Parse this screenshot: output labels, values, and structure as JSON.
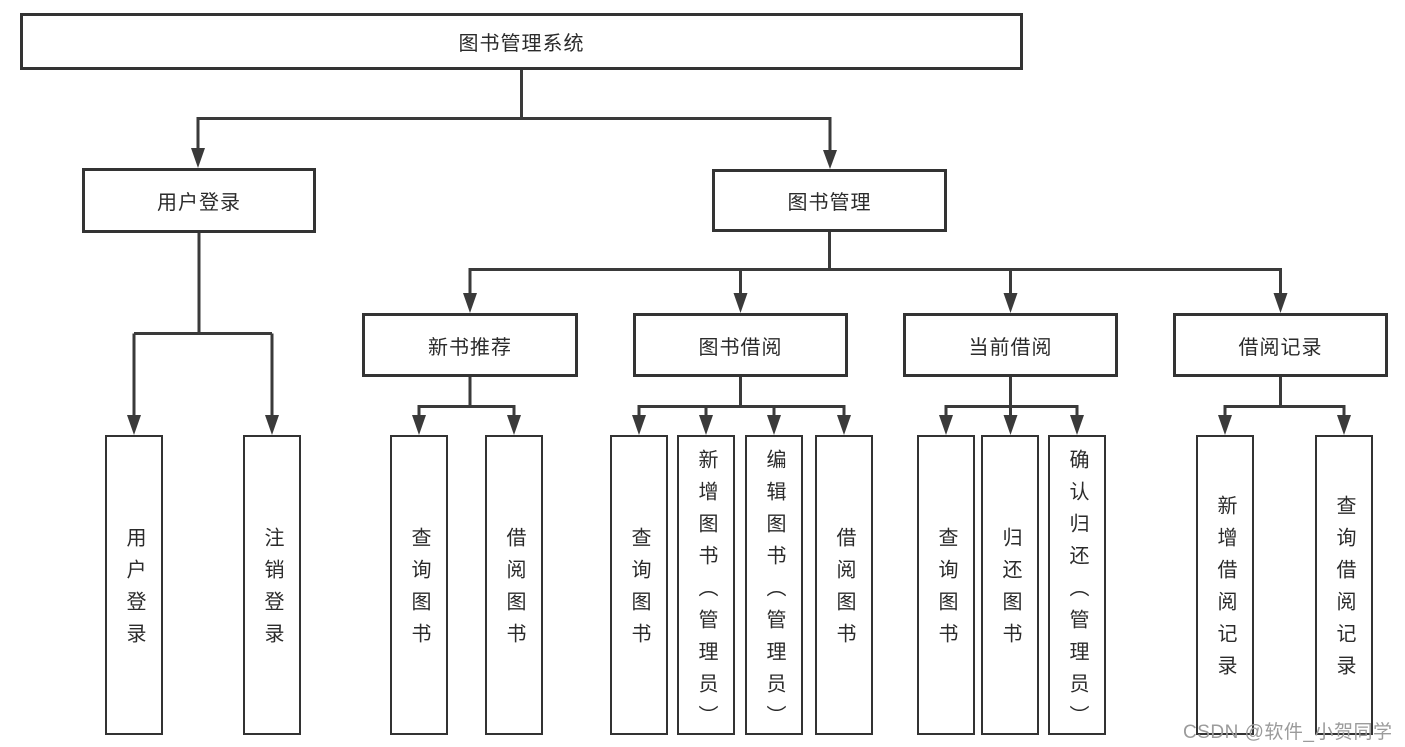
{
  "tree": {
    "root": {
      "label": "图书管理系统",
      "children": [
        {
          "label": "用户登录",
          "children": [
            {
              "label": "用户登录"
            },
            {
              "label": "注销登录"
            }
          ]
        },
        {
          "label": "图书管理",
          "children": [
            {
              "label": "新书推荐",
              "children": [
                {
                  "label": "查询图书"
                },
                {
                  "label": "借阅图书"
                }
              ]
            },
            {
              "label": "图书借阅",
              "children": [
                {
                  "label": "查询图书"
                },
                {
                  "label": "新增图书（管理员）"
                },
                {
                  "label": "编辑图书（管理员）"
                },
                {
                  "label": "借阅图书"
                }
              ]
            },
            {
              "label": "当前借阅",
              "children": [
                {
                  "label": "查询图书"
                },
                {
                  "label": "归还图书"
                },
                {
                  "label": "确认归还（管理员）"
                }
              ]
            },
            {
              "label": "借阅记录",
              "children": [
                {
                  "label": "新增借阅记录"
                },
                {
                  "label": "查询借阅记录"
                }
              ]
            }
          ]
        }
      ]
    }
  },
  "watermark": {
    "text": "CSDN @软件_小贺同学"
  },
  "colors": {
    "line": "#3a3a3a",
    "box-border": "#333333",
    "box-fill": "#ffffff",
    "text": "#2b2b2b",
    "watermark": "#9b9b9b"
  }
}
